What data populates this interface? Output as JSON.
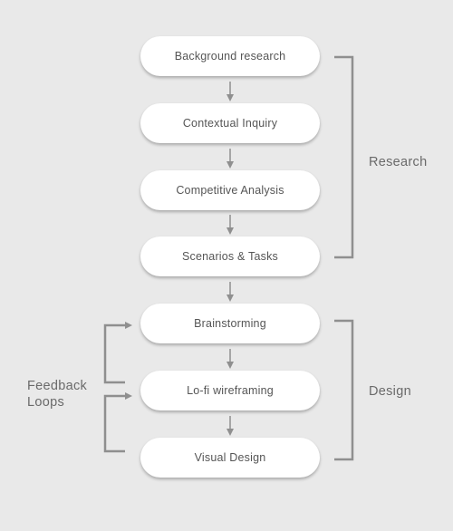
{
  "steps": [
    "Background research",
    "Contextual Inquiry",
    "Competitive Analysis",
    "Scenarios & Tasks",
    "Brainstorming",
    "Lo-fi wireframing",
    "Visual Design"
  ],
  "groups": {
    "research": "Research",
    "design": "Design"
  },
  "feedback": {
    "line1": "Feedback",
    "line2": "Loops"
  },
  "colors": {
    "background": "#e9e9e9",
    "node": "#ffffff",
    "connector": "#8f8f8f",
    "text": "#555555"
  }
}
